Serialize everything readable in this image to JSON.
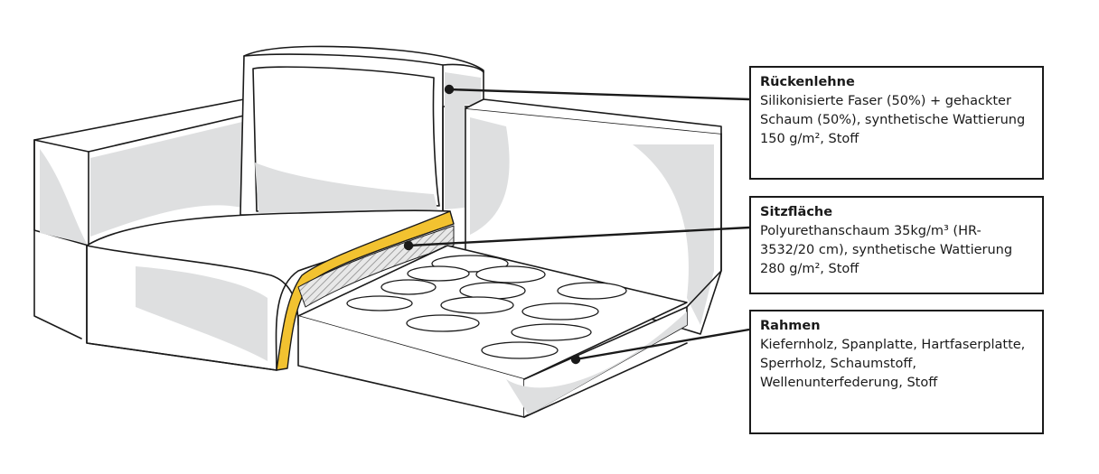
{
  "colors": {
    "outline": "#1a1a1a",
    "shade": "#dedfe0",
    "foam_layer": "#f2c230",
    "background": "#ffffff"
  },
  "callouts": [
    {
      "title": "Rückenlehne",
      "text": "Silikonisierte Faser (50%) + gehackter Schaum (50%), synthetische Wattierung 150 g/m², Stoff"
    },
    {
      "title": "Sitzfläche",
      "text": "Polyurethanschaum 35kg/m³ (HR-3532/20 cm), synthetische Wattierung 280 g/m², Stoff"
    },
    {
      "title": "Rahmen",
      "text": "Kiefernholz, Spanplatte, Hartfaserplatte, Sperrholz, Schaumstoff, Wellenunterfederung, Stoff"
    }
  ]
}
